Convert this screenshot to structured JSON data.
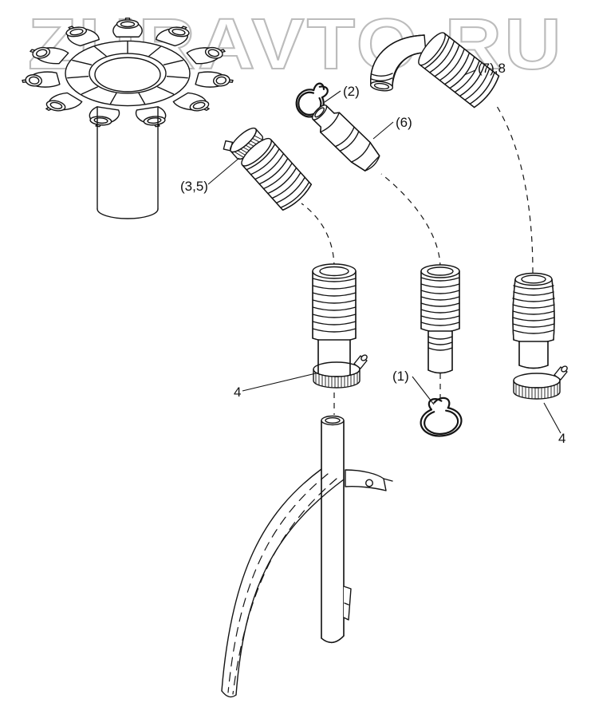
{
  "watermark": "ZURAVTO.RU",
  "labels": {
    "part2": "(2)",
    "part6": "(6)",
    "part7_8": "(7),8",
    "part3_5": "(3,5)",
    "clamp_left": "4",
    "part1": "(1)",
    "clamp_right": "4"
  },
  "colors": {
    "line": "#141414",
    "watermark": "#bcbcbc"
  }
}
